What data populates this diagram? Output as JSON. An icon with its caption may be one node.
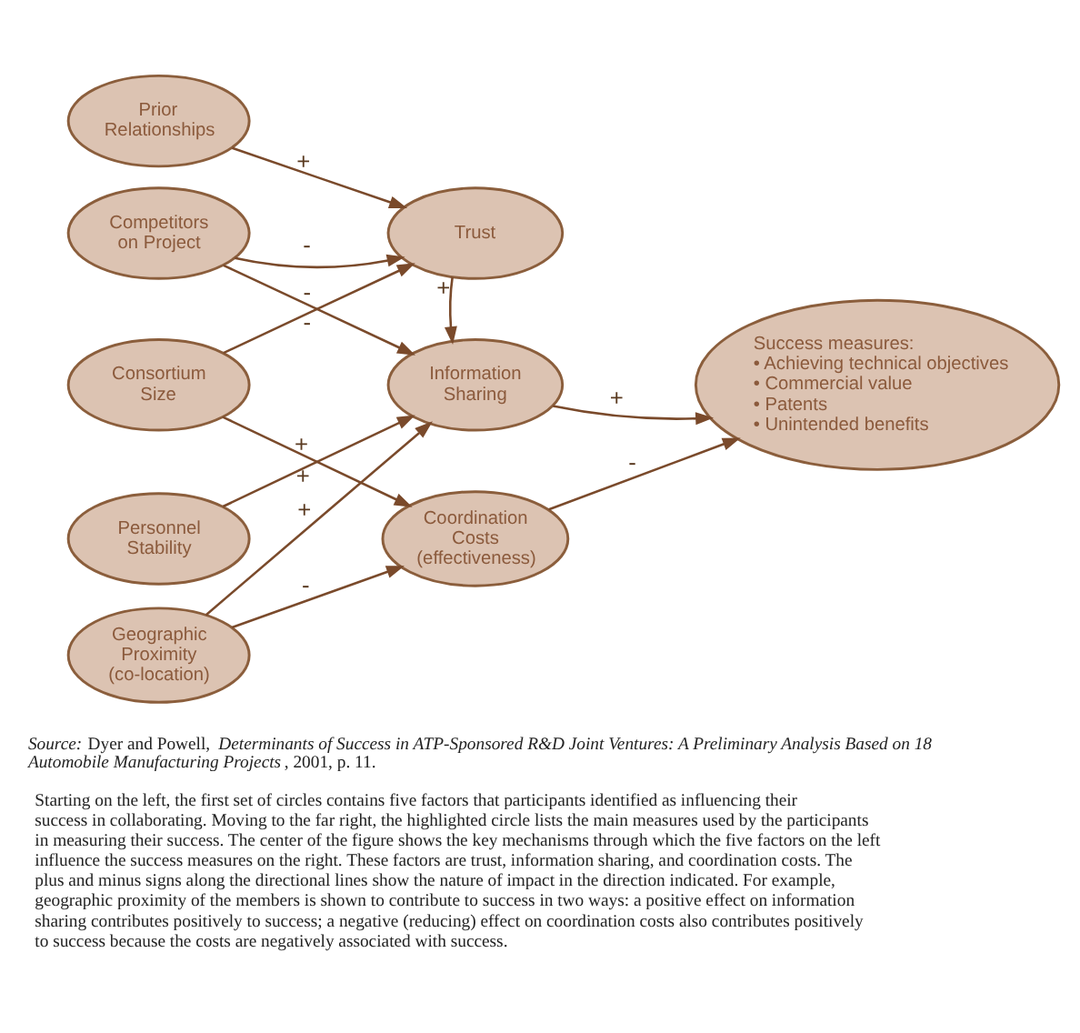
{
  "diagram": {
    "caption": "Starting on the left, the first set of circles contains five factors that participants identified as influencing their success in collaborating. Moving to the far right, the highlighted circle lists the main measures used by the participants in measuring their success. The center of the figure shows the key mechanisms through which the five factors on the left influence the success measures on the right. These factors are trust, information sharing, and coordination costs. The plus and minus signs along the directional lines show the nature of impact in the direction indicated. For example, geographic proximity of the members is shown to contribute to success in two ways: a positive effect on information sharing contributes positively to success; a negative (reducing) effect on coordination costs also contributes positively to success because the costs are negatively associated with success.",
    "nodes": [
      {
        "text": [
          "Prior Relationships"
        ]
      },
      {
        "text": [
          "Competitors on Project"
        ]
      },
      {
        "text": [
          "Consortium Size"
        ]
      },
      {
        "text": [
          "Personnel Stability"
        ]
      },
      {
        "text": [
          "Geographic Proximity (co-location)"
        ]
      },
      {
        "text": [
          "Trust"
        ]
      },
      {
        "text": [
          "Information Sharing"
        ]
      },
      {
        "text": [
          "Coordination Costs (effectiveness)"
        ]
      },
      {
        "text": [
          "Success measures:",
          "• Achieving technical objectives",
          "• Commercial value",
          "• Patents",
          "• Unintended benefits"
        ]
      }
    ],
    "edges": [
      {
        "from": 0,
        "to": 5,
        "arrow": "to",
        "label": "+"
      },
      {
        "from": 1,
        "to": 5,
        "arrow": "to",
        "label": "-"
      },
      {
        "from": 1,
        "to": 6,
        "arrow": "to",
        "label": "-"
      },
      {
        "from": 2,
        "to": 5,
        "arrow": "to",
        "label": "-"
      },
      {
        "from": 2,
        "to": 7,
        "arrow": "to",
        "label": "+"
      },
      {
        "from": 3,
        "to": 6,
        "arrow": "to",
        "label": "+"
      },
      {
        "from": 4,
        "to": 6,
        "arrow": "to",
        "label": "+"
      },
      {
        "from": 4,
        "to": 7,
        "arrow": "to",
        "label": "-"
      },
      {
        "from": 5,
        "to": 6,
        "arrow": "to",
        "label": "+"
      },
      {
        "from": 6,
        "to": 8,
        "arrow": "to",
        "label": "+"
      },
      {
        "from": 7,
        "to": 8,
        "arrow": "to",
        "label": "-"
      }
    ],
    "labels": [
      "*Source:* Dyer and Powell, *Determinants of Success in ATP-Sponsored R&D Joint Ventures: A Preliminary Analysis Based on 18 Automobile Manufacturing Projects*, 2001, p. 11."
    ]
  }
}
